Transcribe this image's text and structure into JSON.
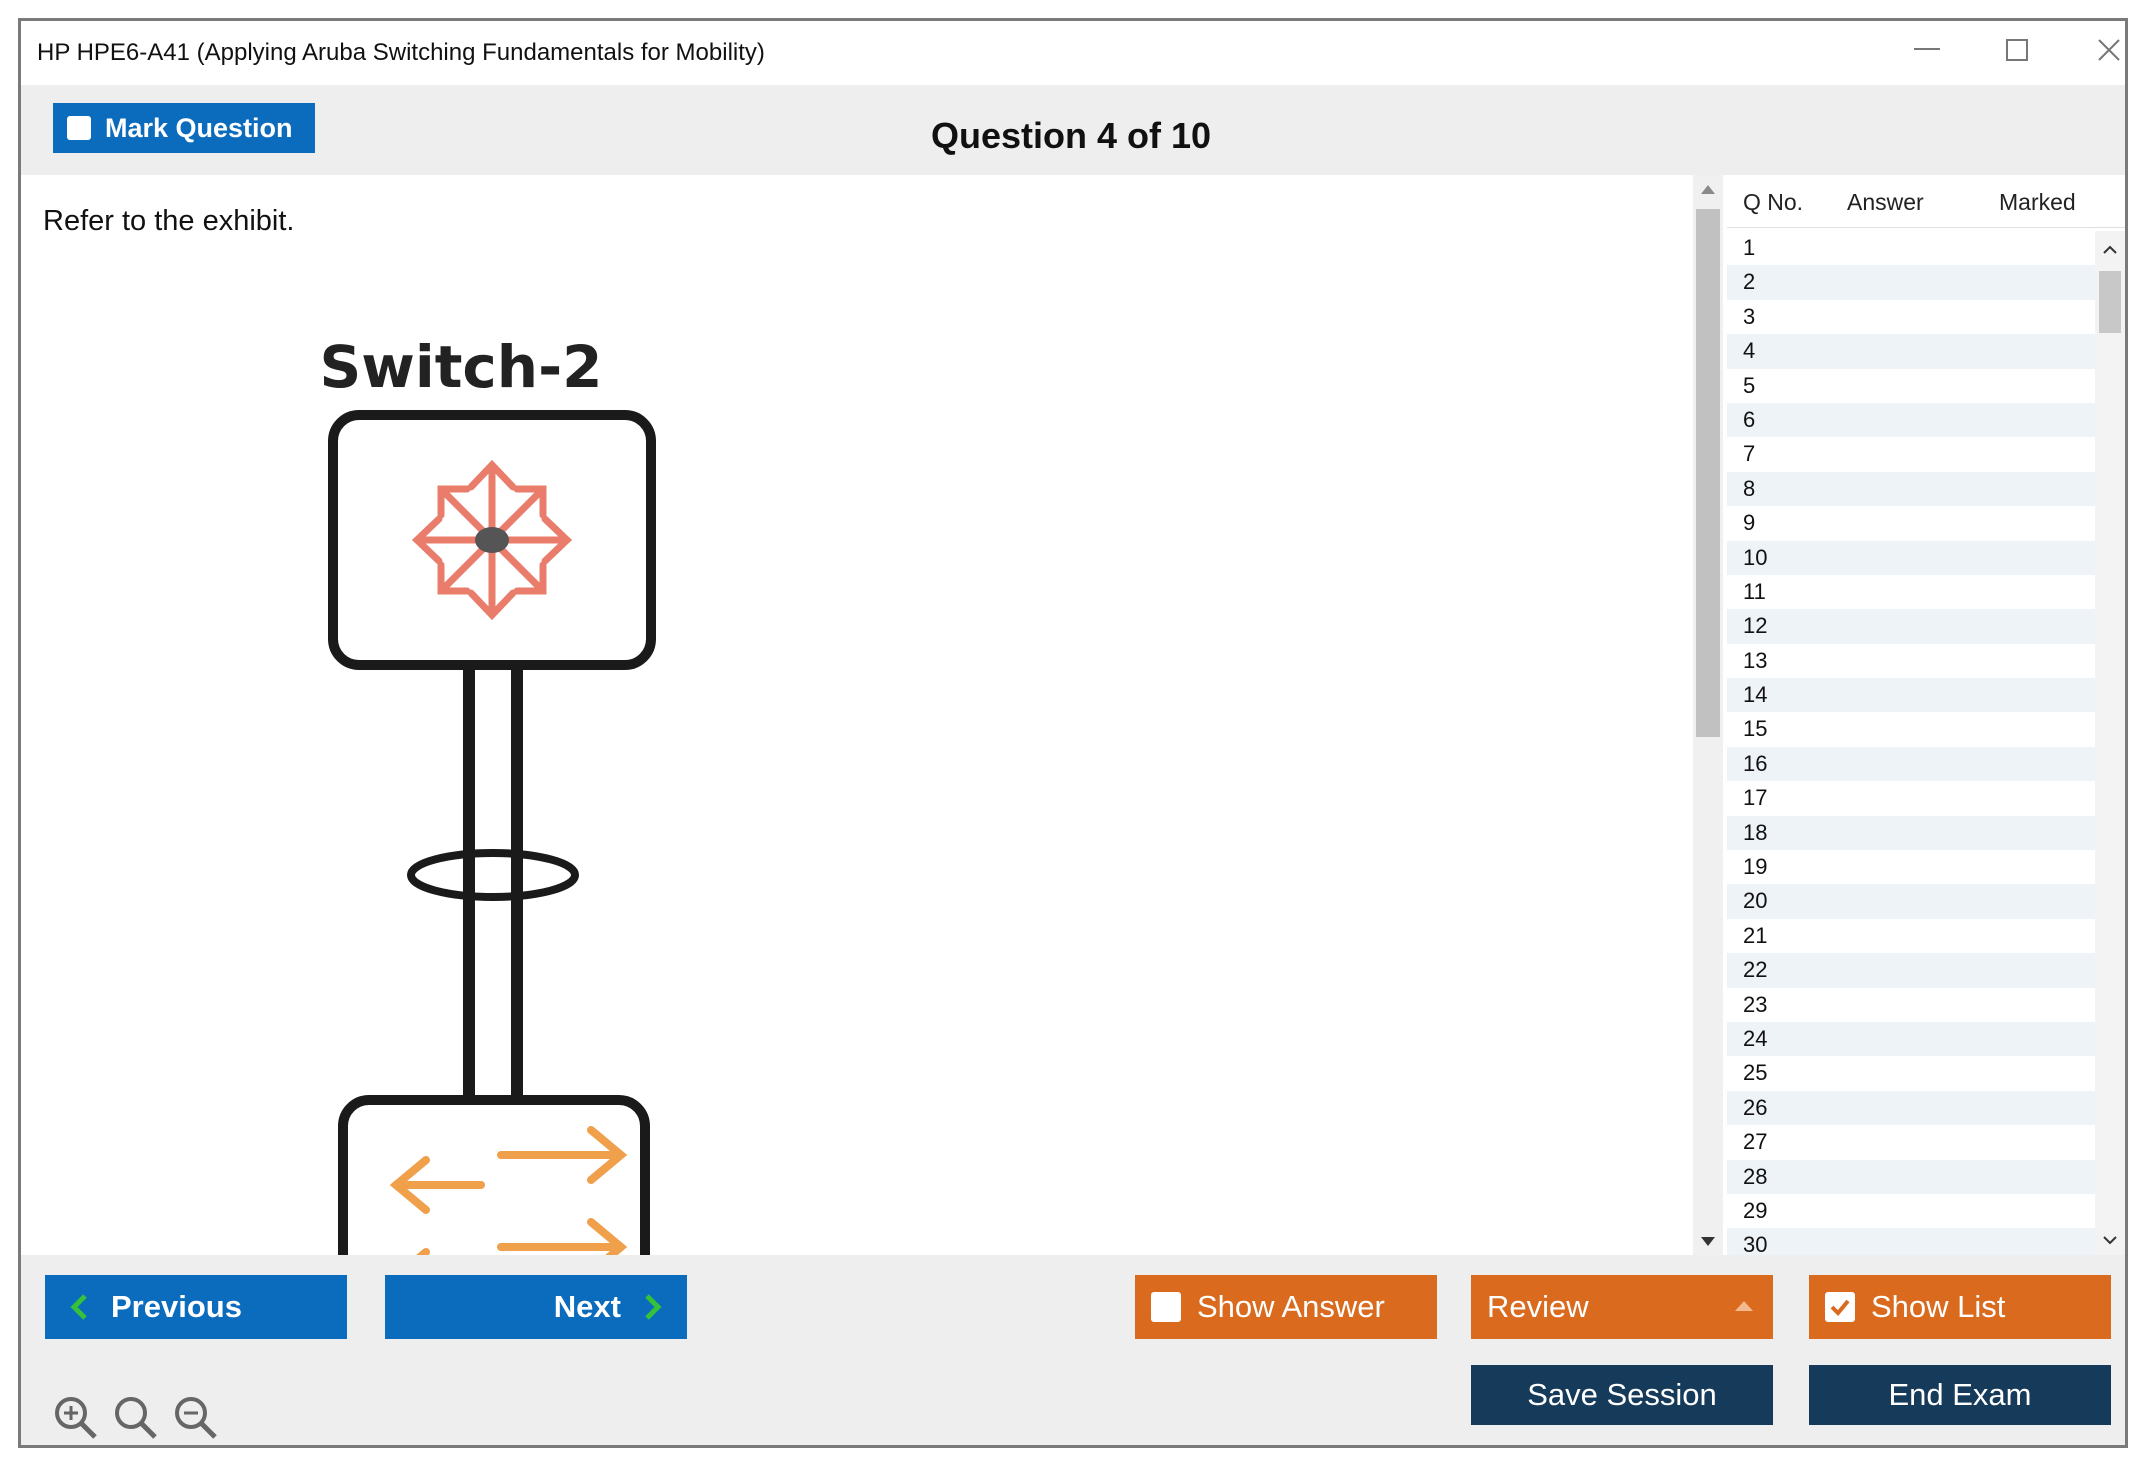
{
  "window": {
    "title": "HP HPE6-A41 (Applying Aruba Switching Fundamentals for Mobility)"
  },
  "toolbar": {
    "mark_label": "Mark Question",
    "question_title": "Question 4 of 10"
  },
  "question": {
    "text": "Refer to the exhibit."
  },
  "exhibit": {
    "switch_label": "Switch-2"
  },
  "qlist": {
    "headers": {
      "qno": "Q No.",
      "answer": "Answer",
      "marked": "Marked"
    },
    "rows": [
      "1",
      "2",
      "3",
      "4",
      "5",
      "6",
      "7",
      "8",
      "9",
      "10",
      "11",
      "12",
      "13",
      "14",
      "15",
      "16",
      "17",
      "18",
      "19",
      "20",
      "21",
      "22",
      "23",
      "24",
      "25",
      "26",
      "27",
      "28",
      "29",
      "30"
    ]
  },
  "buttons": {
    "previous": "Previous",
    "next": "Next",
    "show_answer": "Show Answer",
    "review": "Review",
    "show_list": "Show List",
    "save_session": "Save Session",
    "end_exam": "End Exam"
  },
  "colors": {
    "primary_blue": "#0b6bbd",
    "orange": "#d96a1e",
    "navy": "#163a5a",
    "green_chevron": "#35c13a"
  }
}
